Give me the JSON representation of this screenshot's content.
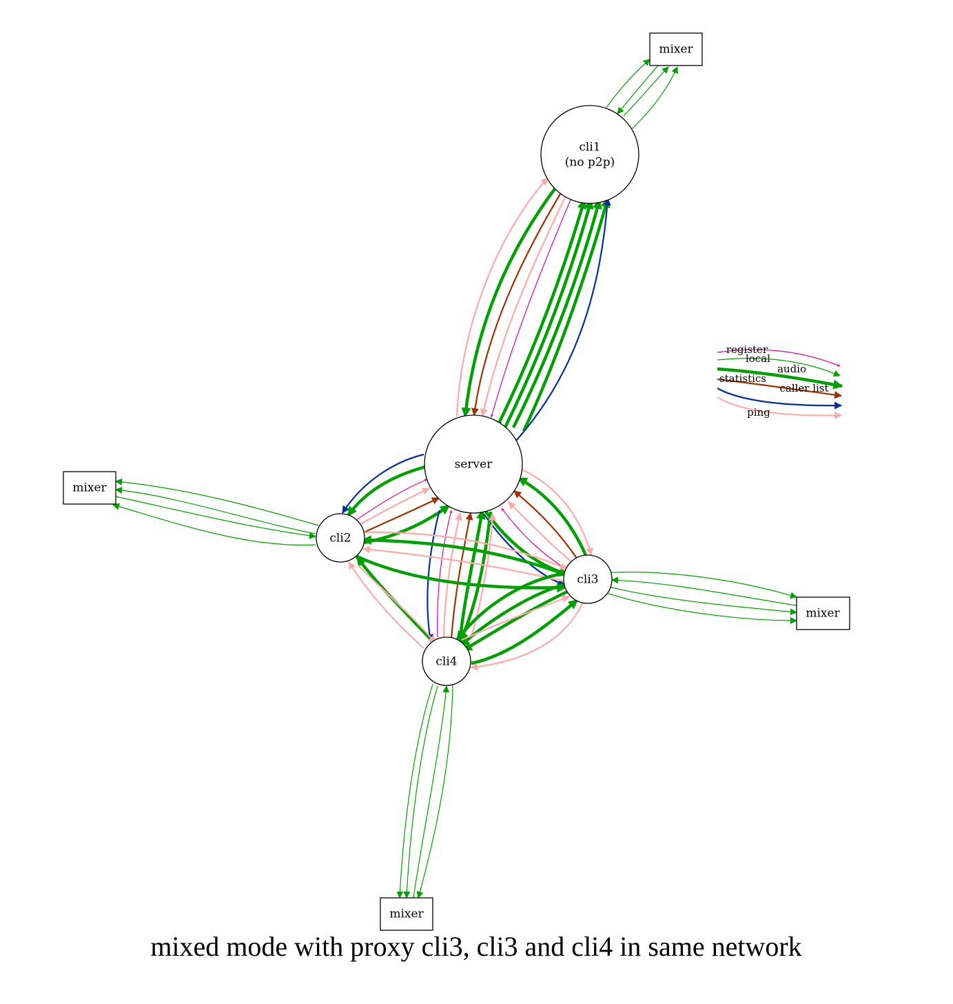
{
  "caption": "mixed mode with proxy cli3, cli3 and cli4 in same network",
  "edge_types": {
    "register": {
      "label": "register",
      "color": "#ee0099",
      "width": 1.2
    },
    "local": {
      "label": "local",
      "color": "#00a000",
      "width": 1.2
    },
    "audio": {
      "label": "audio",
      "color": "#00a000",
      "width": 4.5
    },
    "statistics": {
      "label": "statistics",
      "color": "#0030a0",
      "width": 2.2
    },
    "callerlist": {
      "label": "caller list",
      "color": "#a03000",
      "width": 2.2
    },
    "ping": {
      "label": "ping",
      "color": "#ffaaaa",
      "width": 2.2
    }
  },
  "nodes": {
    "server": {
      "label": "server",
      "shape": "circle"
    },
    "cli1": {
      "label": "cli1\n(no p2p)",
      "label_lines": [
        "cli1",
        "(no p2p)"
      ],
      "shape": "circle"
    },
    "cli2": {
      "label": "cli2",
      "shape": "circle"
    },
    "cli3": {
      "label": "cli3",
      "shape": "circle"
    },
    "cli4": {
      "label": "cli4",
      "shape": "circle"
    },
    "mixer1": {
      "label": "mixer",
      "shape": "box"
    },
    "mixer2": {
      "label": "mixer",
      "shape": "box"
    },
    "mixer3": {
      "label": "mixer",
      "shape": "box"
    },
    "mixer4": {
      "label": "mixer",
      "shape": "box"
    }
  }
}
